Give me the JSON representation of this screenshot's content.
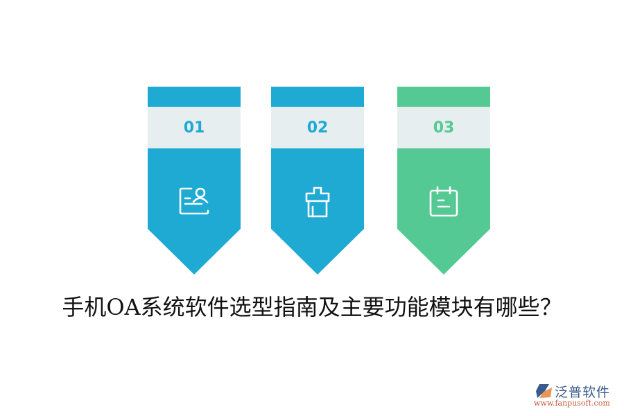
{
  "title": "手机OA系统软件选型指南及主要功能模块有哪些？",
  "cards": [
    {
      "number": "01",
      "icon": "profile-document-icon",
      "color": "#1eaad3",
      "number_color": "#1eaad3"
    },
    {
      "number": "02",
      "icon": "building-icon",
      "color": "#1eaad3",
      "number_color": "#1eaad3"
    },
    {
      "number": "03",
      "icon": "calendar-icon",
      "color": "#54c994",
      "number_color": "#54c994"
    }
  ],
  "logo": {
    "name": "泛普软件",
    "url": "www.fanpusoft.com",
    "colors": {
      "blue": "#3a5a8c",
      "orange": "#e8955a"
    }
  }
}
